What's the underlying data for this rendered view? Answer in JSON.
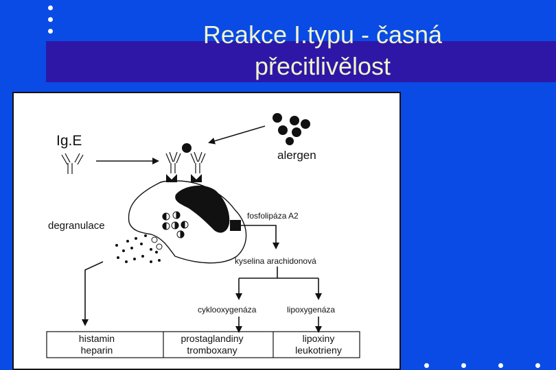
{
  "slide": {
    "title": "Reakce I.typu - časná\npřecitlivělost",
    "colors": {
      "background": "#0a4be6",
      "band": "#2e17a6",
      "title_text": "#f1f4cc",
      "panel": "#ffffff",
      "ink": "#111111"
    }
  },
  "diagram": {
    "ige_label": "Ig.E",
    "allergen_label": "alergen",
    "degranulation_label": "degranulace",
    "enzyme_label": "fosfolipáza A2",
    "acid_label": "kyselina arachidonová",
    "branch_left_label": "cyklooxygenáza",
    "branch_right_label": "lipoxygenáza",
    "products": [
      {
        "line1": "histamin",
        "line2": "heparin"
      },
      {
        "line1": "prostaglandiny",
        "line2": "tromboxany"
      },
      {
        "line1": "lipoxiny",
        "line2": "leukotrieny"
      }
    ]
  }
}
